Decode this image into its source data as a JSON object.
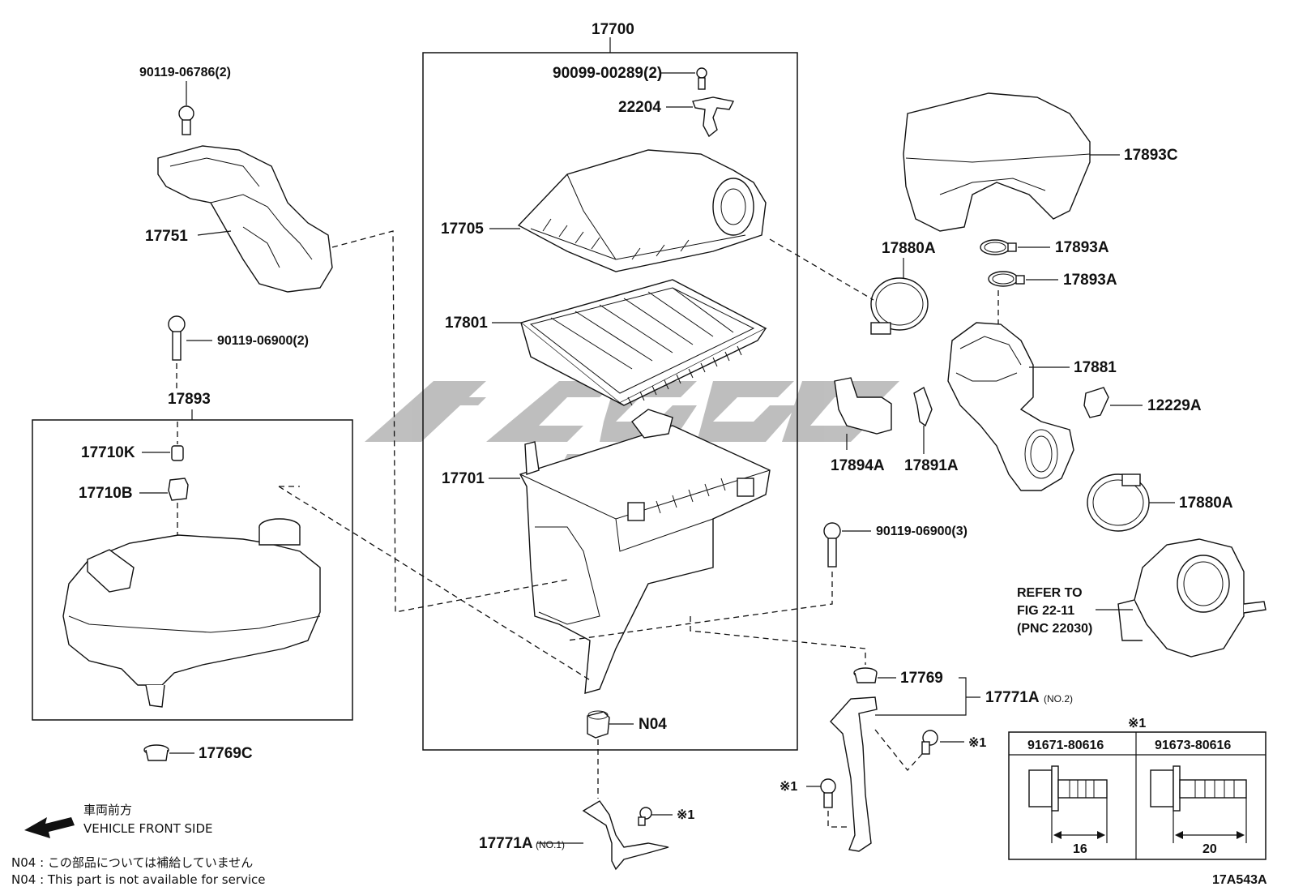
{
  "callouts": {
    "p17700": "17700",
    "p90099": "90099-00289(2)",
    "p22204": "22204",
    "p17705": "17705",
    "p17801": "17801",
    "p17701": "17701",
    "pN04": "N04",
    "p17771A_no1": "17771A",
    "p17771A_no1_sub": "(NO.1)",
    "p90119_06786": "90119-06786(2)",
    "p17751": "17751",
    "p90119_06900_2": "90119-06900(2)",
    "p17893": "17893",
    "p17710K": "17710K",
    "p17710B": "17710B",
    "p17769C": "17769C",
    "p17893C": "17893C",
    "p17880A_top": "17880A",
    "p17893A_1": "17893A",
    "p17893A_2": "17893A",
    "p17881": "17881",
    "p12229A": "12229A",
    "p17894A": "17894A",
    "p17891A": "17891A",
    "p17880A_bottom": "17880A",
    "p90119_06900_3": "90119-06900(3)",
    "p17769": "17769",
    "p17771A_no2": "17771A",
    "p17771A_no2_sub": "(NO.2)",
    "ref1": "REFER TO",
    "ref2": "FIG 22-11",
    "ref3": "(PNC 22030)",
    "star1_a": "※1",
    "star1_b": "※1",
    "star1_c": "※1"
  },
  "legend_table": {
    "header": "※1",
    "col1_part": "91671-80616",
    "col2_part": "91673-80616",
    "col1_dim": "16",
    "col2_dim": "20"
  },
  "front_note": {
    "jp": "車両前方",
    "en": "VEHICLE FRONT SIDE"
  },
  "footnotes": {
    "jp": "N04 : この部品については補給していません",
    "en": "N04 : This part is not available for service"
  },
  "figure_id": "17A543A"
}
